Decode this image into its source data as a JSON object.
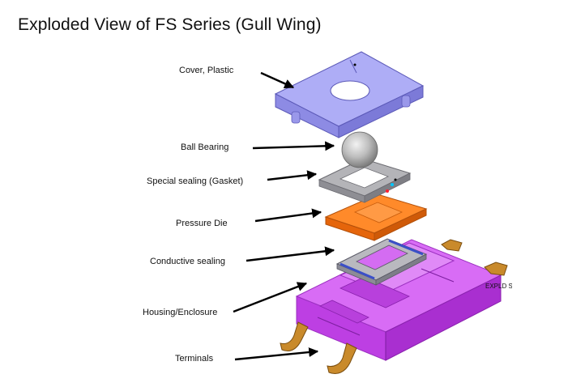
{
  "title": "Exploded View of FS Series (Gull Wing)",
  "labels": {
    "cover": "Cover, Plastic",
    "ball": "Ball Bearing",
    "gasket": "Special sealing (Gasket)",
    "die": "Pressure Die",
    "conductive": "Conductive sealing",
    "housing": "Housing/Enclosure",
    "terminals": "Terminals"
  },
  "view_tag": "EXPLD S",
  "colors": {
    "cover": "#a9a8f4",
    "ball": "#c7c7c7",
    "gasket": "#b4b4b4",
    "die": "#ff7a1c",
    "housing": "#cf4ff0",
    "terminals": "#c98a2b",
    "arrow": "#000000"
  }
}
